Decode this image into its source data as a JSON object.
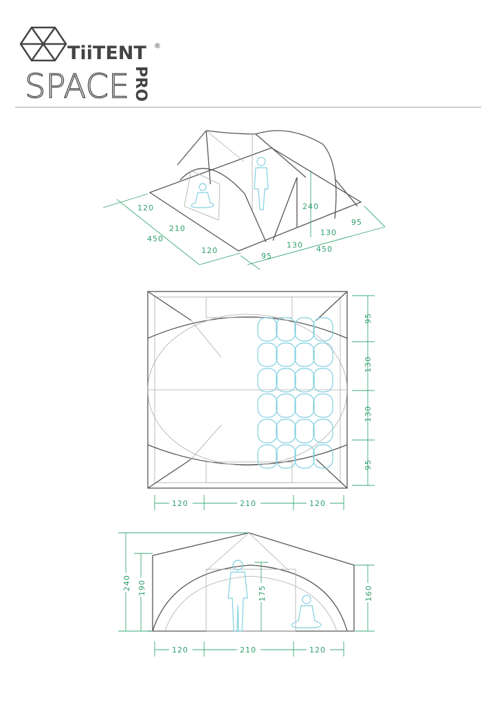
{
  "logo": {
    "brand": "TiiTENT",
    "registered": "®",
    "product": "SPACE",
    "suffix": "PRO"
  },
  "colors": {
    "dimension": "#2f9e6b",
    "figure": "#7fcfe0",
    "outline": "#555555"
  },
  "isometric_view": {
    "left_side": [
      "120",
      "210",
      "120"
    ],
    "left_total": "450",
    "right_side": [
      "95",
      "130",
      "130",
      "95"
    ],
    "right_total": "450",
    "height": "240"
  },
  "top_view": {
    "right_side": [
      "95",
      "130",
      "130",
      "95"
    ],
    "bottom": [
      "120",
      "210",
      "120"
    ]
  },
  "side_view": {
    "total_height": "240",
    "arch_height": "190",
    "person_height": "175",
    "wall_height": "160",
    "bottom": [
      "120",
      "210",
      "120"
    ]
  }
}
